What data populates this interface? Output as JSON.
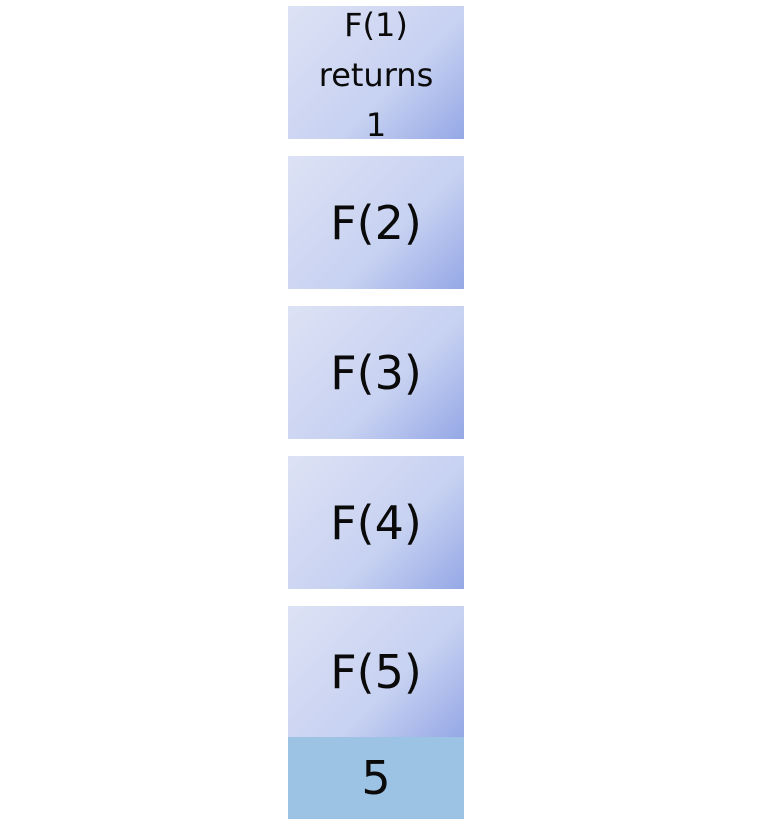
{
  "call_stack": {
    "frames": [
      {
        "label": "F(1) returns 1"
      },
      {
        "label": "F(2)"
      },
      {
        "label": "F(3)"
      },
      {
        "label": "F(4)"
      },
      {
        "label": "F(5)"
      }
    ],
    "result": "5"
  }
}
